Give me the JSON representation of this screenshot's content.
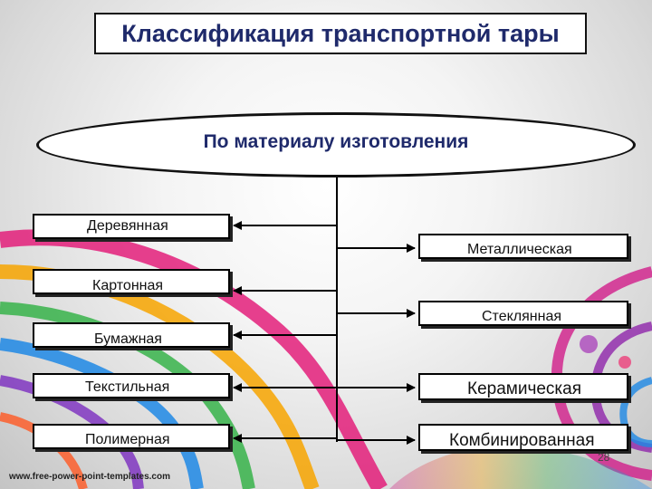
{
  "title": "Классификация транспортной тары",
  "root": "По материалу изготовления",
  "left_items": [
    "Деревянная",
    "Картонная",
    "Бумажная",
    "Текстильная",
    "Полимерная"
  ],
  "right_items": [
    "Металлическая",
    "Стеклянная",
    "Керамическая",
    "Комбинированная"
  ],
  "footer_url": "www.free-power-point-templates.com",
  "page_number": "28",
  "colors": {
    "title_text": "#1f2a6b",
    "border": "#000000"
  }
}
